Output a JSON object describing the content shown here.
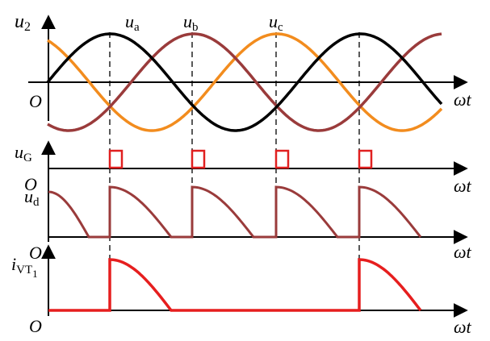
{
  "colors": {
    "ua": "#000000",
    "ub": "#9a3b3b",
    "uc": "#f28c1e",
    "ud": "#9a3b3b",
    "pulse": "#e02020",
    "ivt": "#e61e1e",
    "axis": "#000000"
  },
  "labels": {
    "u2_main": "u",
    "u2_sub": "2",
    "ua_main": "u",
    "ua_sub": "a",
    "ub_main": "u",
    "ub_sub": "b",
    "uc_main": "u",
    "uc_sub": "c",
    "uG_main": "u",
    "uG_sub": "G",
    "ud_main": "u",
    "ud_sub": "d",
    "iVT_main": "i",
    "iVT_sub": "VT",
    "iVT_subsub": "1",
    "origin": "O",
    "omega_t": "ωt"
  }
}
